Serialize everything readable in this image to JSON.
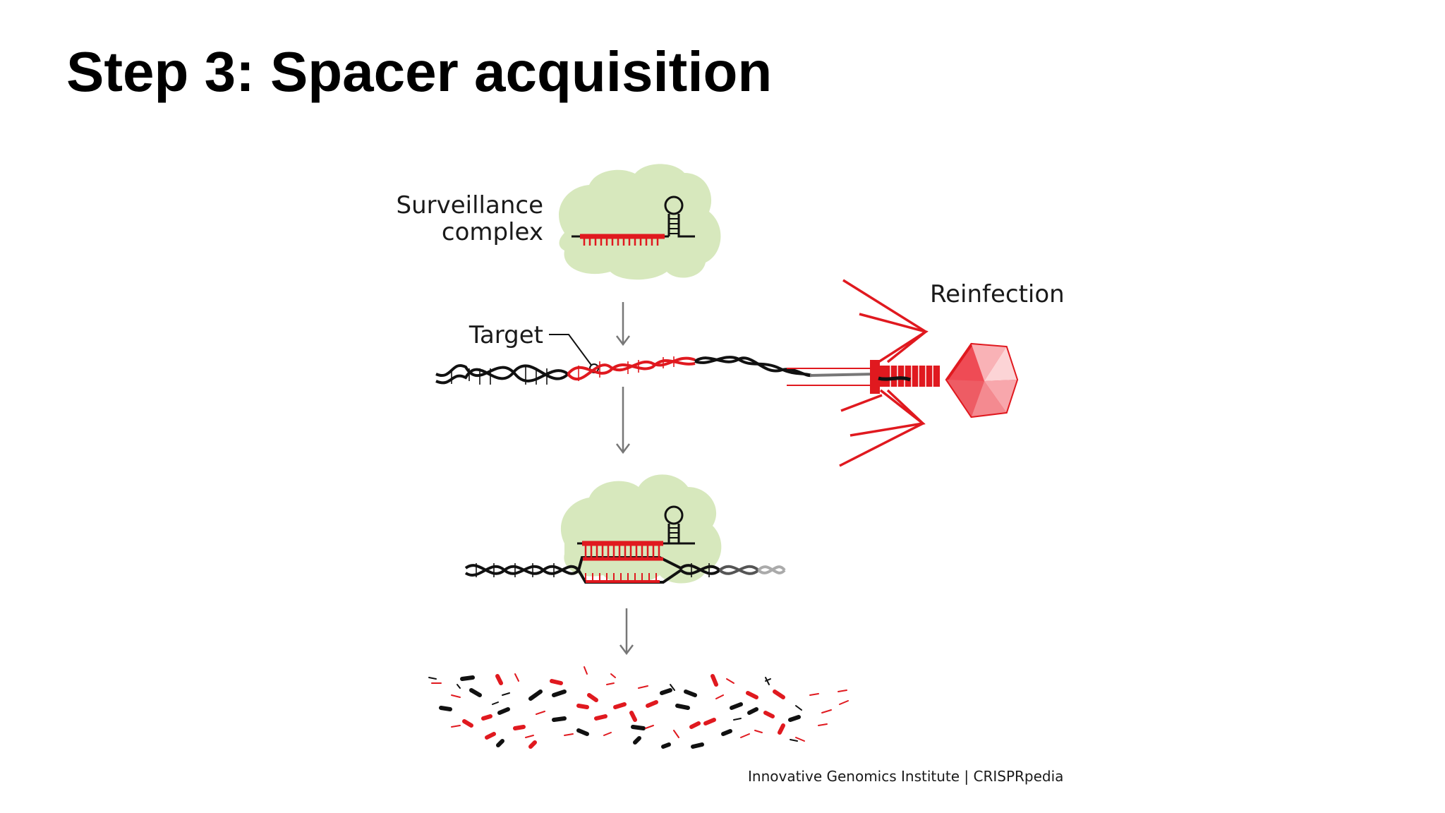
{
  "slide": {
    "title": "Step 3: Spacer acquisition",
    "credit": "Innovative Genomics Institute | CRISPRpedia"
  },
  "labels": {
    "surveillance_line1": "Surveillance",
    "surveillance_line2": "complex",
    "target": "Target",
    "reinfection": "Reinfection"
  },
  "colors": {
    "red": "#e0191f",
    "protein_green": "#d7e8bd",
    "dna_black": "#111111",
    "arrow_gray": "#777777",
    "phage_fill": "#ef4b55"
  }
}
